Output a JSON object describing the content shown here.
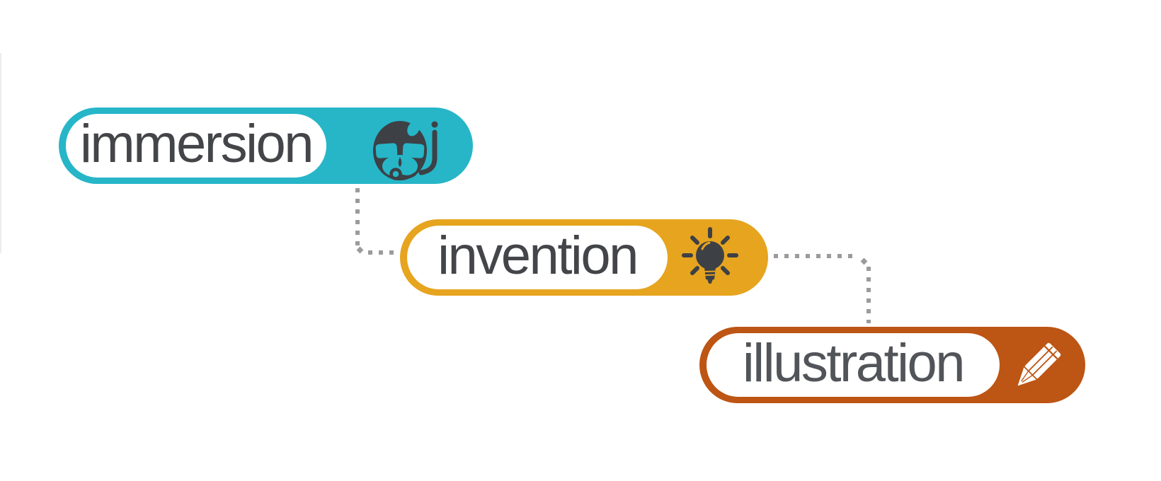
{
  "diagram": {
    "type": "process-flow",
    "background": "#ffffff",
    "steps": [
      {
        "label": "immersion",
        "icon": "scuba-diver-mask",
        "pill_color": "#26b6c8"
      },
      {
        "label": "invention",
        "icon": "lightbulb",
        "pill_color": "#e6a41f"
      },
      {
        "label": "illustration",
        "icon": "pencil",
        "pill_color": "#bd5514"
      }
    ],
    "connectors": [
      {
        "from": "immersion",
        "to": "invention",
        "style": "dotted",
        "shape": "elbow-down-right"
      },
      {
        "from": "invention",
        "to": "illustration",
        "style": "dotted",
        "shape": "elbow-right-down"
      }
    ],
    "label_color": "#434549",
    "illustration_label_color": "#515458",
    "icon_glyph_color": "#3d4045",
    "connector_dot_color": "#9b9b9b",
    "capsule_bg": "#ffffff"
  }
}
